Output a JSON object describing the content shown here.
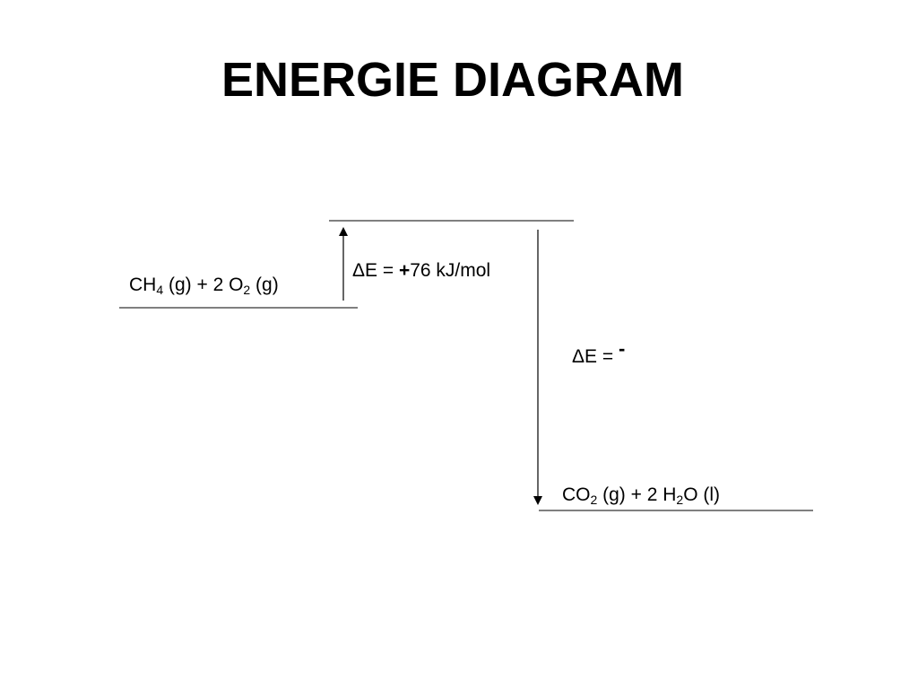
{
  "title": "ENERGIE DIAGRAM",
  "reactants": {
    "formula_parts": [
      "CH",
      "4",
      " (g) + 2 O",
      "2",
      " (g)"
    ]
  },
  "products": {
    "formula_parts": [
      "CO",
      "2",
      " (g) + 2 H",
      "2",
      "O (l)"
    ]
  },
  "activation": {
    "prefix": "ΔE = ",
    "sign": "+",
    "value": "76 kJ/mol"
  },
  "reaction_energy": {
    "prefix": "ΔE = ",
    "sign": "-"
  },
  "colors": {
    "line": "#000000",
    "text": "#000000",
    "background": "#ffffff"
  }
}
